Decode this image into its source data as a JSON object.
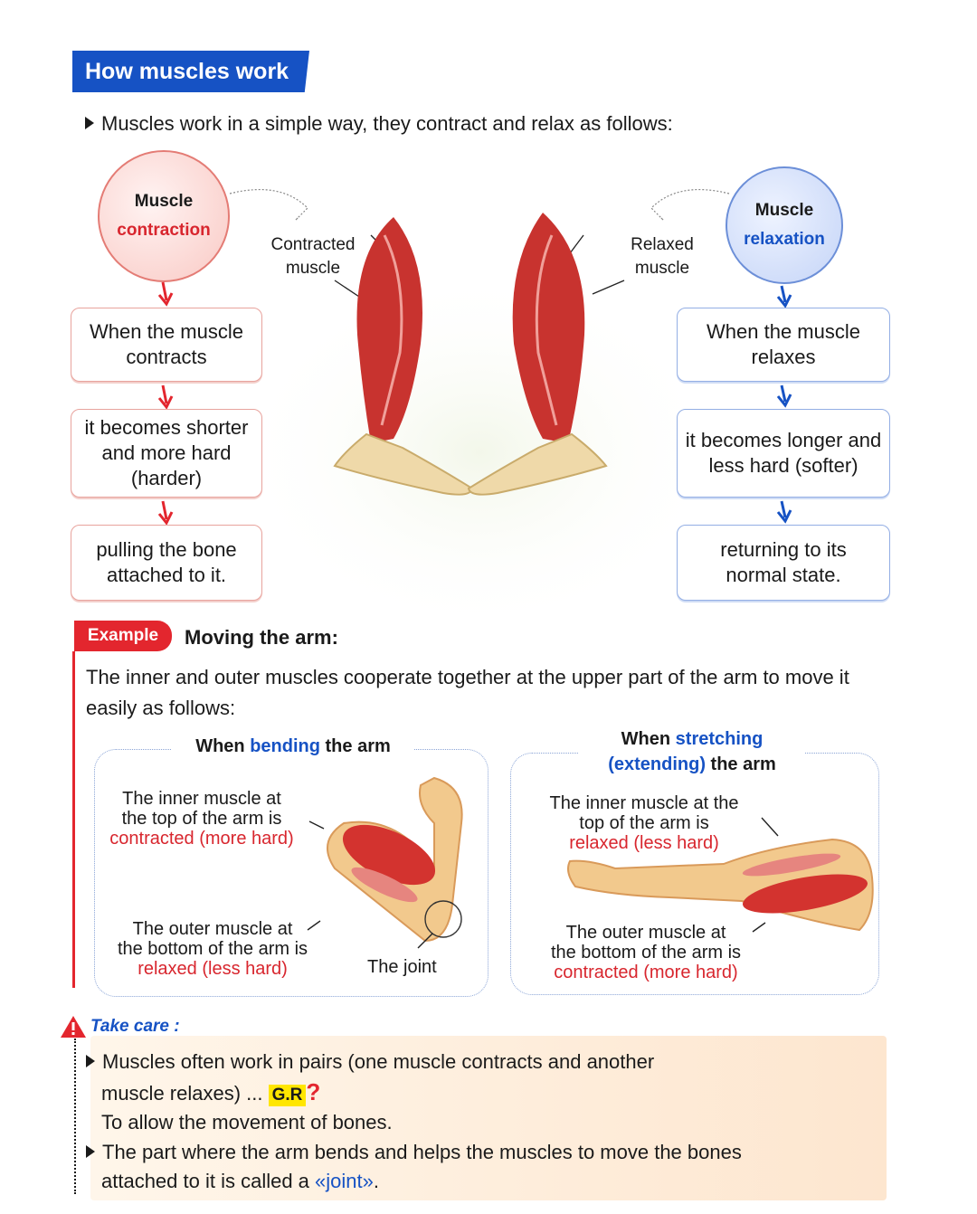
{
  "title": "How muscles work",
  "intro": "Muscles work in a simple way, they contract and relax as follows:",
  "contraction": {
    "circle_line1": "Muscle",
    "circle_line2": "contraction",
    "label_line1": "Contracted",
    "label_line2": "muscle",
    "steps": [
      "When the muscle contracts",
      "it becomes shorter and more hard (harder)",
      "pulling the bone attached to it."
    ]
  },
  "relaxation": {
    "circle_line1": "Muscle",
    "circle_line2": "relaxation",
    "label_line1": "Relaxed",
    "label_line2": "muscle",
    "steps": [
      "When the muscle relaxes",
      "it becomes longer and",
      "less hard (softer)",
      "returning to its normal state."
    ]
  },
  "example": {
    "tag": "Example",
    "heading": "Moving the arm:",
    "text": "The inner and outer muscles cooperate together at the upper part of the arm to move it easily as follows:"
  },
  "bending": {
    "hdr_a": "When ",
    "hdr_b": "bending",
    "hdr_c": " the arm",
    "inner_1": "The inner muscle at",
    "inner_2": "the top of the arm is",
    "inner_3": "contracted (more hard)",
    "outer_1": "The outer muscle at",
    "outer_2": "the bottom of the arm is",
    "outer_3": "relaxed (less hard)",
    "joint": "The joint"
  },
  "stretching": {
    "hdr_a": "When ",
    "hdr_b": "stretching",
    "hdr_c": "(extending)",
    "hdr_d": " the arm",
    "inner_1": "The inner muscle at the",
    "inner_2": "top of the arm is",
    "inner_3": "relaxed (less hard)",
    "outer_1": "The outer muscle at",
    "outer_2": "the bottom of the arm is",
    "outer_3": "contracted (more hard)"
  },
  "take_care": {
    "title": "Take care :",
    "p1_a": "Muscles often work in pairs (one muscle contracts and another",
    "p1_b": "muscle relaxes) ...",
    "gr": "G.R",
    "p1_c": "To allow the movement of bones.",
    "p2_a": "The part where the arm bends and helps the muscles to move the bones",
    "p2_b": "attached to it is called a ",
    "p2_joint": "«joint»",
    "p2_end": "."
  },
  "colors": {
    "accent_blue": "#1652c4",
    "accent_red": "#d8262e",
    "highlight": "#ffe600"
  }
}
